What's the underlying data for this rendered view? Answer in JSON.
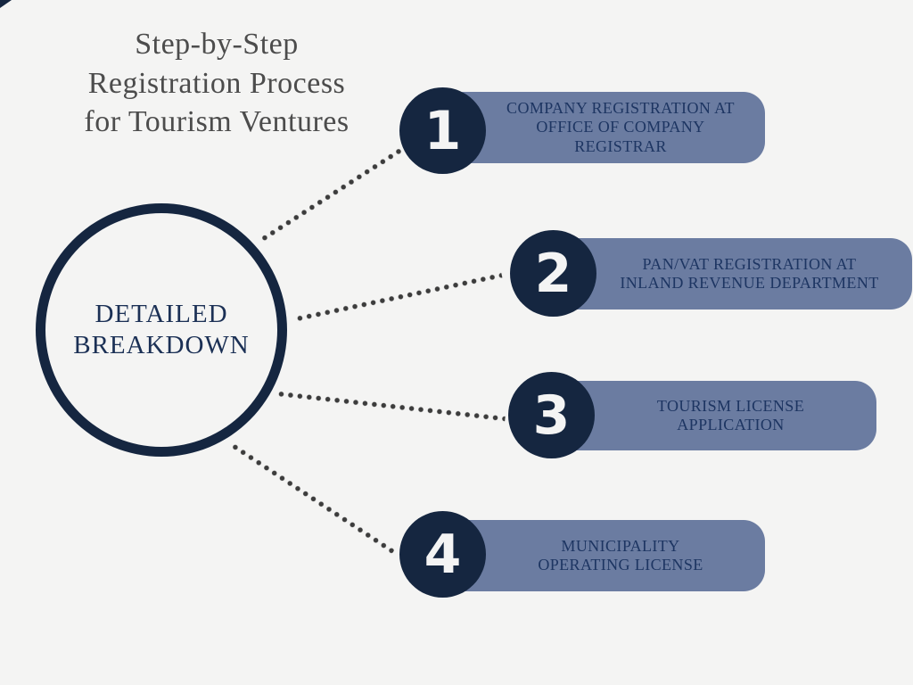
{
  "page": {
    "background_color": "#f4f4f3",
    "accent_navy": "#152640",
    "bar_color": "#6b7ca1",
    "bar_text_color": "#1d3562",
    "title_color": "#4c4c4c",
    "dot_color": "#3c3c3c",
    "number_color": "#f4f4f4"
  },
  "title": {
    "lines": [
      "Step-by-Step",
      "Registration Process",
      "for Tourism Ventures"
    ]
  },
  "hub": {
    "lines": [
      "DETAILED",
      "BREAKDOWN"
    ]
  },
  "steps": [
    {
      "number": "1",
      "lines": [
        "COMPANY REGISTRATION AT",
        "OFFICE OF COMPANY",
        "REGISTRAR"
      ]
    },
    {
      "number": "2",
      "lines": [
        "PAN/VAT REGISTRATION AT",
        "INLAND REVENUE DEPARTMENT"
      ]
    },
    {
      "number": "3",
      "lines": [
        "TOURISM LICENSE",
        "APPLICATION"
      ]
    },
    {
      "number": "4",
      "lines": [
        "MUNICIPALITY",
        "OPERATING LICENSE"
      ]
    }
  ]
}
